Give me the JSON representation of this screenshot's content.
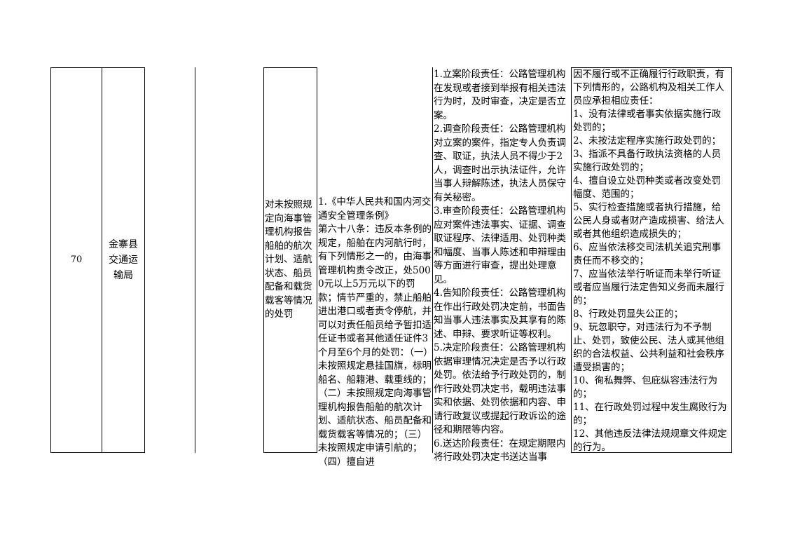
{
  "row": {
    "number": "70",
    "department": "金寨县\n交通运\n输局",
    "item_name": "对未按照规定向海事管理机构报告船舶的航次计划、适航状态、船员配备和载货载客等情况的处罚",
    "basis": [
      "1.《中华人民共和国内河交通安全管理条例》",
      "第六十八条：违反本条例的规定，船舶在内河航行时，有下列情形之一的，由海事管理机构责令改正，处5000元以上5万元以下的罚款；情节严重的，禁止船舶进出港口或者责令停航，并可以对责任船员给予暂扣适任证书或者其他适任证件3个月至6个月的处罚：（一）未按照规定悬挂国旗，标明船名、船籍港、载重线的；（二）未按照规定向海事管理机构报告船舶的航次计划、适航状态、船员配备和载货载客等情况的；（三）未按照规定申请引航的；（四）擅自进"
    ],
    "responsibilities": [
      "1.立案阶段责任：公路管理机构在发现或者接到举报有相关违法行为时，及时审查，决定是否立案。",
      "2.调查阶段责任：公路管理机构对立案的案件，指定专人负责调查、取证，执法人员不得少于2人，调查时出示执法证件，允许当事人辩解陈述，执法人员保守有关秘密。",
      "3.审查阶段责任：公路管理机构应对案件违法事实、证据、调查取证程序、法律适用、处罚种类和幅度、当事人陈述和申辩理由等方面进行审查，提出处理意见。",
      "4.告知阶段责任：公路管理机构在作出行政处罚决定前，书面告知当事人违法事实及其享有的陈述、申辩、要求听证等权利。",
      "5.决定阶段责任：公路管理机构依据审理情况决定是否予以行政处罚。依法给予行政处罚的，制作行政处罚决定书，载明违法事实和依据、处罚依据和内容、申请行政复议或提起行政诉讼的途径和期限等内容。",
      "6.送达阶段责任：在规定期限内将行政处罚决定书送达当事"
    ],
    "accountability": [
      "因不履行或不正确履行行政职责，有下列情形的，公路机构及相关工作人员应承担相应责任：",
      "1、没有法律或者事实依据实施行政处罚的；",
      "2、未按法定程序实施行政处罚的；",
      "3、指派不具备行政执法资格的人员实施行政处罚的；",
      "4、擅自设立处罚种类或者改变处罚幅度、范围的；",
      "5、实行检查措施或者执行措施，给公民人身或者财产造成损害、给法人或者其他组织造成损失的；",
      "6、应当依法移交司法机关追究刑事责任而不移交的；",
      "7、应当依法举行听证而未举行听证或者应当履行法定告知义务而未履行的；",
      "8、行政处罚显失公正的；",
      "9、玩忽职守，对违法行为不予制止、处罚，致使公民、法人或其他组织的合法权益、公共利益和社会秩序遭受损害的；",
      "10、徇私舞弊、包庇纵容违法行为的；",
      "11、在行政处罚过程中发生腐败行为的；",
      "12、其他违反法律法规规章文件规定的行为。"
    ]
  }
}
